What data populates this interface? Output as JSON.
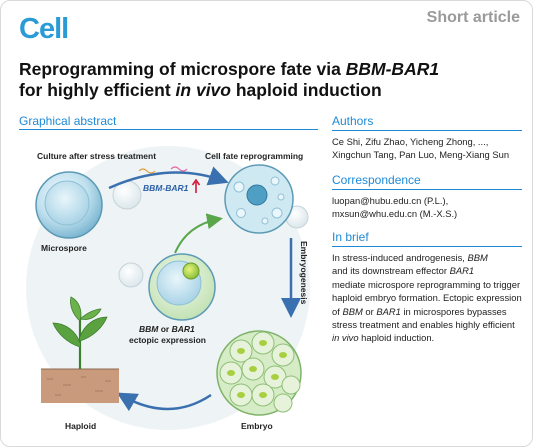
{
  "journal": {
    "logo": "Cell",
    "article_type": "Short article"
  },
  "title": {
    "part1": "Reprogramming of microspore fate via ",
    "gene": "BBM-BAR1",
    "part2": "for highly efficient ",
    "invivo": "in vivo",
    "part3": " haploid induction"
  },
  "graphical_abstract": {
    "heading": "Graphical abstract",
    "labels": {
      "culture": "Culture after stress treatment",
      "reprogramming": "Cell fate reprogramming",
      "bbm_bar1": "BBM-BAR1",
      "microspore": "Microspore",
      "embryogenesis": "Embryogenesis",
      "bbm": "BBM",
      "or": " or ",
      "bar1": "BAR1",
      "ectopic": "ectopic expression",
      "haploid": "Haploid",
      "embryo": "Embryo"
    }
  },
  "authors": {
    "heading": "Authors",
    "line1": "Ce Shi, Zifu Zhao, Yicheng Zhong, ...,",
    "line2": "Xingchun Tang, Pan Luo, Meng-Xiang Sun"
  },
  "correspondence": {
    "heading": "Correspondence",
    "line1": "luopan@hubu.edu.cn (P.L.),",
    "line2": "mxsun@whu.edu.cn (M.-X.S.)"
  },
  "in_brief": {
    "heading": "In brief",
    "t1": "In stress-induced androgenesis, ",
    "t2": "BBM",
    "t3": "and its downstream effector ",
    "t4": "BAR1",
    "t5": "mediate microspore reprogramming to trigger haploid embryo formation. Ectopic expression of ",
    "t6": "BBM",
    "t7": " or ",
    "t8": "BAR1",
    "t9": " in microspores bypasses stress treatment and enables highly efficient ",
    "t10": "in vivo",
    "t11": " haploid induction."
  },
  "colors": {
    "brand": "#2b9bd6",
    "heading": "#1e8ad6",
    "arrow": "#3a6fb0",
    "highlight": "#d4173a"
  }
}
